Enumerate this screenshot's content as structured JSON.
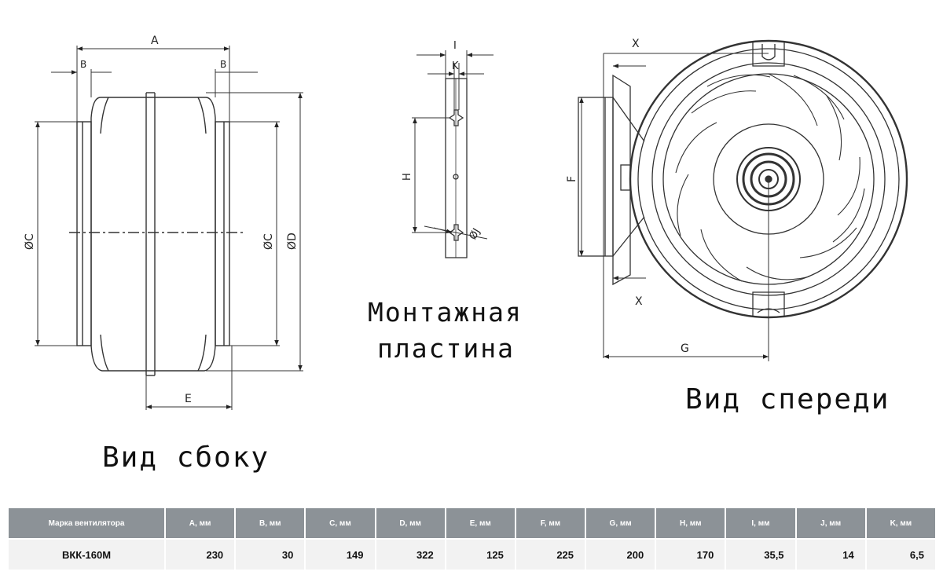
{
  "labels": {
    "side": {
      "A": "A",
      "B_left": "B",
      "B_right": "B",
      "C_left": "ØC",
      "C_right": "ØC",
      "D": "ØD",
      "E": "E"
    },
    "plate": {
      "I": "I",
      "K": "K",
      "H": "H",
      "J": "ØJ"
    },
    "front": {
      "X_top": "X",
      "X_bottom": "X",
      "F": "F",
      "G": "G"
    }
  },
  "captions": {
    "side_view": "Вид сбоку",
    "plate_line1": "Монтажная",
    "plate_line2": "пластина",
    "front_view": "Вид спереди"
  },
  "table": {
    "headers": [
      "Марка вентилятора",
      "A, мм",
      "B, мм",
      "C, мм",
      "D, мм",
      "E, мм",
      "F, мм",
      "G, мм",
      "H, мм",
      "I, мм",
      "J, мм",
      "K, мм"
    ],
    "rows": [
      [
        "ВКК-160М",
        "230",
        "30",
        "149",
        "322",
        "125",
        "225",
        "200",
        "170",
        "35,5",
        "14",
        "6,5"
      ]
    ]
  }
}
